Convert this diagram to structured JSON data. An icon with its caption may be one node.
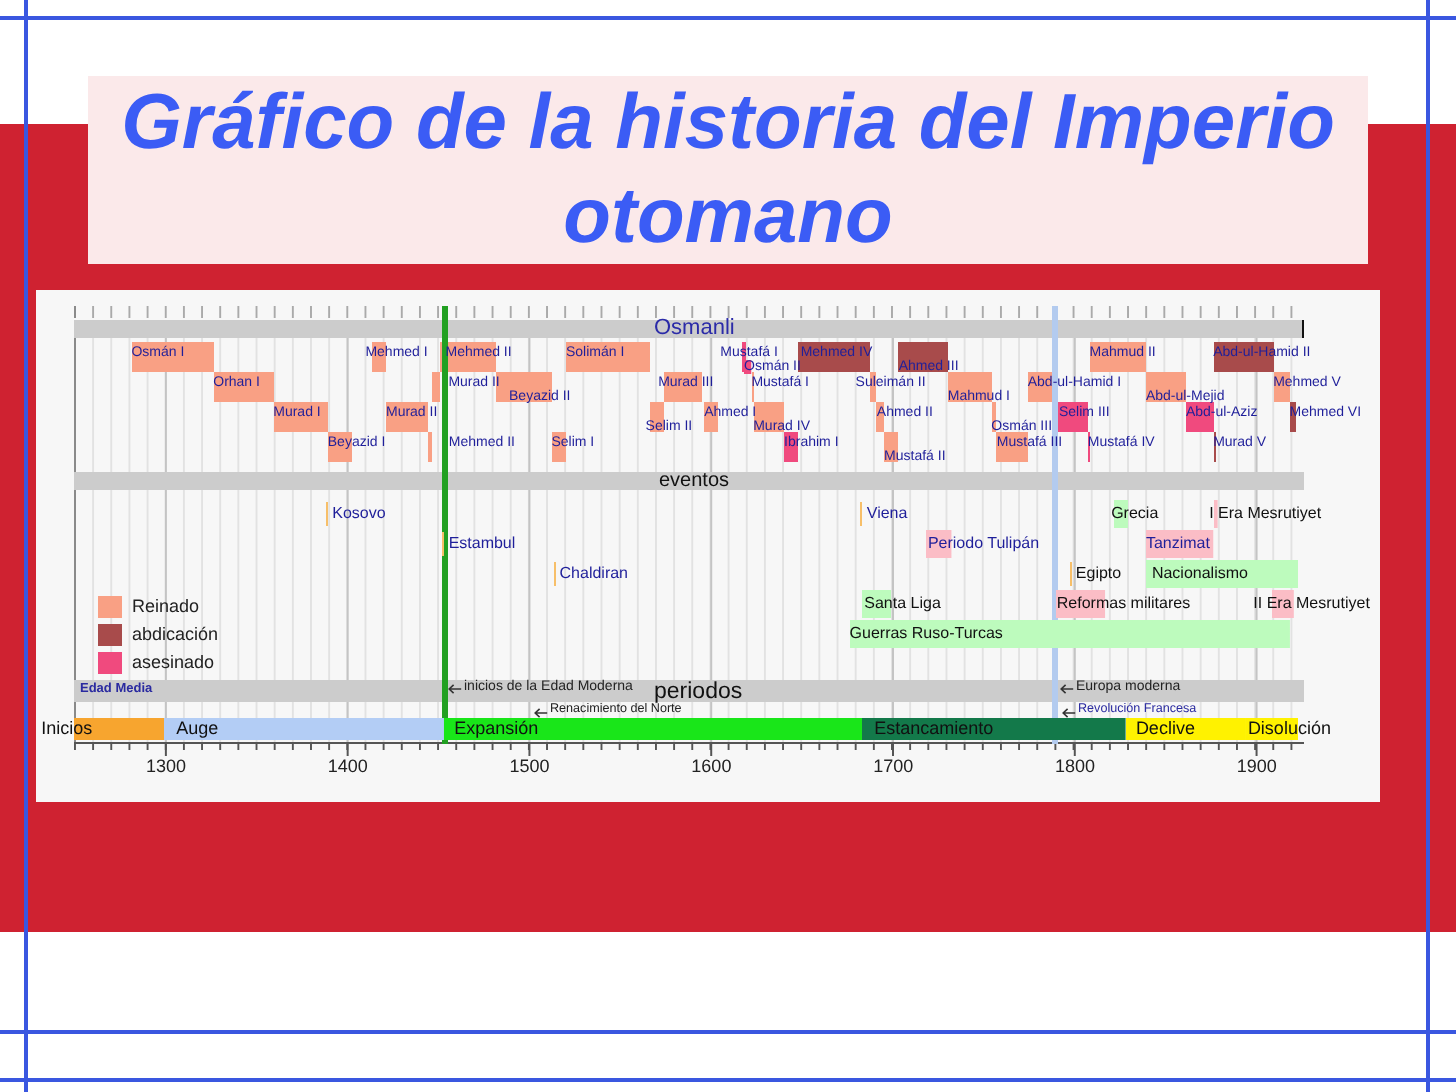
{
  "diagram": {
    "title": "Gráfico de la historia del Imperio otomano",
    "nodes": [
      {
        "text": [
          "Osmanli"
        ]
      },
      {
        "text": [
          "Osmán I"
        ]
      },
      {
        "text": [
          "Orhan I"
        ]
      },
      {
        "text": [
          "Murad I"
        ]
      },
      {
        "text": [
          "Beyazid I"
        ]
      },
      {
        "text": [
          "Mehmed I"
        ]
      },
      {
        "text": [
          "Murad II"
        ]
      },
      {
        "text": [
          "Mehmed II"
        ]
      },
      {
        "text": [
          "Murad II"
        ]
      },
      {
        "text": [
          "Mehmed II"
        ]
      },
      {
        "text": [
          "Beyazid II"
        ]
      },
      {
        "text": [
          "Selim I"
        ]
      },
      {
        "text": [
          "Solimán I"
        ]
      },
      {
        "text": [
          "Selim II"
        ]
      },
      {
        "text": [
          "Murad III"
        ]
      },
      {
        "text": [
          "Ahmed I"
        ]
      },
      {
        "text": [
          "Mustafá I"
        ]
      },
      {
        "text": [
          "Osmán II"
        ]
      },
      {
        "text": [
          "Mustafá I"
        ]
      },
      {
        "text": [
          "Murad IV"
        ]
      },
      {
        "text": [
          "Ibrahim I"
        ]
      },
      {
        "text": [
          "Mehmed IV"
        ]
      },
      {
        "text": [
          "Suleimán II"
        ]
      },
      {
        "text": [
          "Ahmed II"
        ]
      },
      {
        "text": [
          "Mustafá II"
        ]
      },
      {
        "text": [
          "Ahmed III"
        ]
      },
      {
        "text": [
          "Mahmud I"
        ]
      },
      {
        "text": [
          "Osmán III"
        ]
      },
      {
        "text": [
          "Mustafá III"
        ]
      },
      {
        "text": [
          "Abd-ul-Hamid I"
        ]
      },
      {
        "text": [
          "Selim III"
        ]
      },
      {
        "text": [
          "Mustafá IV"
        ]
      },
      {
        "text": [
          "Mahmud II"
        ]
      },
      {
        "text": [
          "Abd-ul-Mejid"
        ]
      },
      {
        "text": [
          "Abd-ul-Aziz"
        ]
      },
      {
        "text": [
          "Murad V"
        ]
      },
      {
        "text": [
          "Abd-ul-Hamid II"
        ]
      },
      {
        "text": [
          "Mehmed V"
        ]
      },
      {
        "text": [
          "Mehmed VI"
        ]
      },
      {
        "text": [
          "eventos"
        ]
      },
      {
        "text": [
          "Grecia"
        ]
      },
      {
        "text": [
          "I Era Mesrutiyet"
        ]
      },
      {
        "text": [
          "Periodo Tulipán"
        ]
      },
      {
        "text": [
          "Tanzimat"
        ]
      },
      {
        "text": [
          "Nacionalismo"
        ]
      },
      {
        "text": [
          "Santa Liga"
        ]
      },
      {
        "text": [
          "Reformas militares"
        ]
      },
      {
        "text": [
          "II Era Mesrutiyet"
        ]
      },
      {
        "text": [
          "Guerras Ruso-Turcas"
        ]
      },
      {
        "text": [
          "periodos"
        ]
      },
      {
        "text": [
          "Inicios"
        ]
      },
      {
        "text": [
          "Auge"
        ]
      },
      {
        "text": [
          "Expansión"
        ]
      },
      {
        "text": [
          "Estancamiento"
        ]
      },
      {
        "text": [
          "Declive"
        ]
      },
      {
        "text": [
          "Disolución"
        ]
      }
    ],
    "labels": [
      "Kosovo",
      "Viena",
      "Estambul",
      "Chaldiran",
      "Egipto",
      "Edad Media",
      "inicios de la Edad Moderna",
      "Europa moderna",
      "Renacimiento del Norte",
      "Revolución Francesa",
      "1300",
      "1400",
      "1500",
      "1600",
      "1700",
      "1800",
      "1900"
    ],
    "legend": [
      {
        "text": "Reinado",
        "color": "#f9a084"
      },
      {
        "text": "abdicación",
        "color": "#a84b4b"
      },
      {
        "text": "asesinado",
        "color": "#f04a7e"
      }
    ]
  }
}
